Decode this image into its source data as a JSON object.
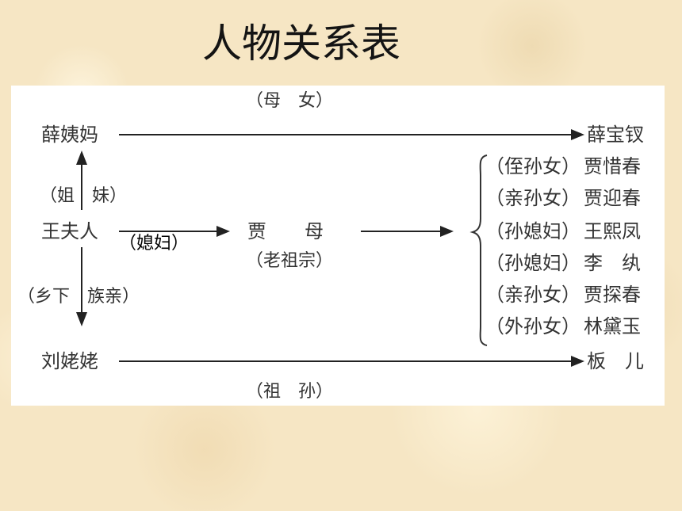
{
  "title": "人物关系表",
  "labels": {
    "top": "（母　女）",
    "sisters": "（姐　妹）",
    "daughter_in_law": "（媳妇）",
    "relatives": "（乡下　族亲）",
    "bottom": "（祖　孙）"
  },
  "persons": {
    "xue_yima": "薛姨妈",
    "xue_baochai": "薛宝钗",
    "wang_furen": "王夫人",
    "jia_mu": "贾　　母",
    "jia_mu_alias": "（老祖宗）",
    "liu_laolao": "刘姥姥",
    "ban_er": "板　儿"
  },
  "grandchildren": [
    {
      "relation": "（侄孙女）",
      "name": "贾惜春"
    },
    {
      "relation": "（亲孙女）",
      "name": "贾迎春"
    },
    {
      "relation": "（孙媳妇）",
      "name": "王熙凤"
    },
    {
      "relation": "（孙媳妇）",
      "name": "李　纨"
    },
    {
      "relation": "（亲孙女）",
      "name": "贾探春"
    },
    {
      "relation": "（外孙女）",
      "name": "林黛玉"
    }
  ],
  "colors": {
    "text": "#333333",
    "arrow": "#222222",
    "panel": "#ffffff",
    "background": "#f6e6c4"
  }
}
